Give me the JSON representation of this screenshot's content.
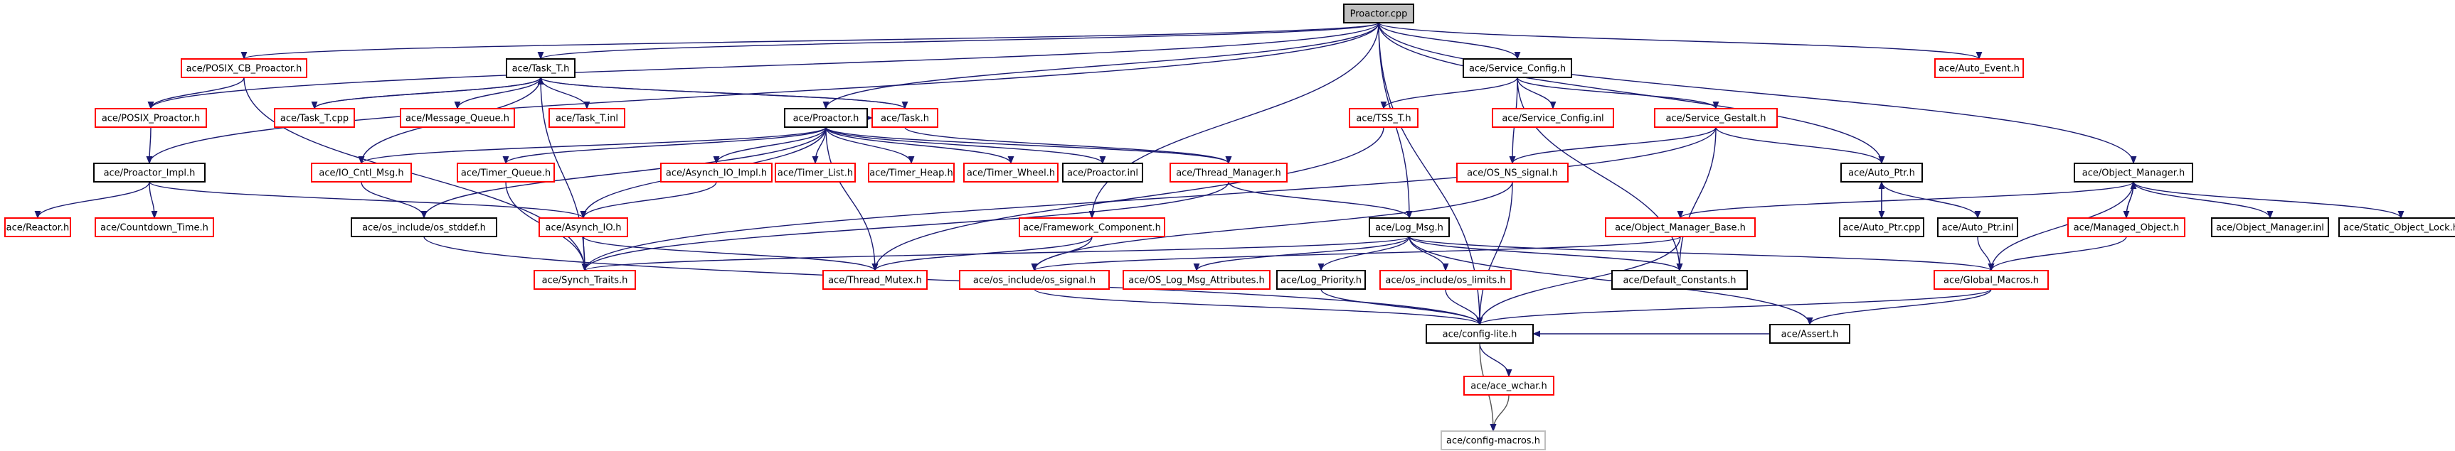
{
  "diagram": {
    "title": "Proactor.cpp",
    "colors": {
      "root_fill": "#bfbfbf",
      "normal_border": "#000000",
      "missing_border": "#ff0000",
      "gray_border": "#bfbfbf",
      "gray_text": "#808080",
      "edge": "#191970"
    },
    "nodes": [
      {
        "id": "root",
        "label": "Proactor.cpp",
        "kind": "root"
      },
      {
        "id": "posix_cb",
        "label": "ace/POSIX_CB_Proactor.h",
        "kind": "missing"
      },
      {
        "id": "task_t_h",
        "label": "ace/Task_T.h",
        "kind": "normal"
      },
      {
        "id": "service_config",
        "label": "ace/Service_Config.h",
        "kind": "normal"
      },
      {
        "id": "auto_event",
        "label": "ace/Auto_Event.h",
        "kind": "missing"
      },
      {
        "id": "task_t_cpp",
        "label": "ace/Task_T.cpp",
        "kind": "missing"
      },
      {
        "id": "message_queue",
        "label": "ace/Message_Queue.h",
        "kind": "missing"
      },
      {
        "id": "task_t_inl",
        "label": "ace/Task_T.inl",
        "kind": "missing"
      },
      {
        "id": "task_h",
        "label": "ace/Task.h",
        "kind": "missing"
      },
      {
        "id": "tss_t",
        "label": "ace/TSS_T.h",
        "kind": "missing"
      },
      {
        "id": "service_config_inl",
        "label": "ace/Service_Config.inl",
        "kind": "missing"
      },
      {
        "id": "service_gestalt",
        "label": "ace/Service_Gestalt.h",
        "kind": "missing"
      },
      {
        "id": "posix_proactor",
        "label": "ace/POSIX_Proactor.h",
        "kind": "missing"
      },
      {
        "id": "proactor_h",
        "label": "ace/Proactor.h",
        "kind": "normal"
      },
      {
        "id": "proactor_impl",
        "label": "ace/Proactor_Impl.h",
        "kind": "normal"
      },
      {
        "id": "io_cntl_msg",
        "label": "ace/IO_Cntl_Msg.h",
        "kind": "missing"
      },
      {
        "id": "timer_queue",
        "label": "ace/Timer_Queue.h",
        "kind": "missing"
      },
      {
        "id": "asynch_io_impl",
        "label": "ace/Asynch_IO_Impl.h",
        "kind": "missing"
      },
      {
        "id": "timer_list",
        "label": "ace/Timer_List.h",
        "kind": "missing"
      },
      {
        "id": "timer_heap",
        "label": "ace/Timer_Heap.h",
        "kind": "missing"
      },
      {
        "id": "timer_wheel",
        "label": "ace/Timer_Wheel.h",
        "kind": "missing"
      },
      {
        "id": "proactor_inl",
        "label": "ace/Proactor.inl",
        "kind": "normal"
      },
      {
        "id": "thread_manager",
        "label": "ace/Thread_Manager.h",
        "kind": "missing"
      },
      {
        "id": "os_ns_signal",
        "label": "ace/OS_NS_signal.h",
        "kind": "missing"
      },
      {
        "id": "auto_ptr_h",
        "label": "ace/Auto_Ptr.h",
        "kind": "normal"
      },
      {
        "id": "object_manager",
        "label": "ace/Object_Manager.h",
        "kind": "normal"
      },
      {
        "id": "reactor",
        "label": "ace/Reactor.h",
        "kind": "missing"
      },
      {
        "id": "countdown_time",
        "label": "ace/Countdown_Time.h",
        "kind": "missing"
      },
      {
        "id": "os_stddef",
        "label": "ace/os_include/os_stddef.h",
        "kind": "normal"
      },
      {
        "id": "asynch_io",
        "label": "ace/Asynch_IO.h",
        "kind": "missing"
      },
      {
        "id": "framework_component",
        "label": "ace/Framework_Component.h",
        "kind": "missing"
      },
      {
        "id": "log_msg",
        "label": "ace/Log_Msg.h",
        "kind": "normal"
      },
      {
        "id": "object_manager_base",
        "label": "ace/Object_Manager_Base.h",
        "kind": "missing"
      },
      {
        "id": "auto_ptr_cpp",
        "label": "ace/Auto_Ptr.cpp",
        "kind": "normal"
      },
      {
        "id": "auto_ptr_inl",
        "label": "ace/Auto_Ptr.inl",
        "kind": "normal"
      },
      {
        "id": "managed_object",
        "label": "ace/Managed_Object.h",
        "kind": "missing"
      },
      {
        "id": "object_manager_inl",
        "label": "ace/Object_Manager.inl",
        "kind": "normal"
      },
      {
        "id": "static_object_lock",
        "label": "ace/Static_Object_Lock.h",
        "kind": "normal"
      },
      {
        "id": "synch_traits",
        "label": "ace/Synch_Traits.h",
        "kind": "missing"
      },
      {
        "id": "thread_mutex",
        "label": "ace/Thread_Mutex.h",
        "kind": "missing"
      },
      {
        "id": "os_signal",
        "label": "ace/os_include/os_signal.h",
        "kind": "missing"
      },
      {
        "id": "os_log_msg_attr",
        "label": "ace/OS_Log_Msg_Attributes.h",
        "kind": "missing"
      },
      {
        "id": "log_priority",
        "label": "ace/Log_Priority.h",
        "kind": "normal"
      },
      {
        "id": "os_limits",
        "label": "ace/os_include/os_limits.h",
        "kind": "missing"
      },
      {
        "id": "default_constants",
        "label": "ace/Default_Constants.h",
        "kind": "normal"
      },
      {
        "id": "global_macros",
        "label": "ace/Global_Macros.h",
        "kind": "missing"
      },
      {
        "id": "config_lite",
        "label": "ace/config-lite.h",
        "kind": "normal"
      },
      {
        "id": "assert_h",
        "label": "ace/Assert.h",
        "kind": "normal"
      },
      {
        "id": "ace_wchar",
        "label": "ace/ace_wchar.h",
        "kind": "missing"
      },
      {
        "id": "config_macros",
        "label": "ace/config-macros.h",
        "kind": "gray"
      }
    ],
    "edges": [
      [
        "root",
        "posix_cb"
      ],
      [
        "root",
        "task_t_h"
      ],
      [
        "root",
        "service_config"
      ],
      [
        "root",
        "auto_event"
      ],
      [
        "root",
        "posix_proactor"
      ],
      [
        "root",
        "proactor_h"
      ],
      [
        "root",
        "proactor_impl"
      ],
      [
        "root",
        "framework_component"
      ],
      [
        "root",
        "log_msg"
      ],
      [
        "root",
        "config_lite"
      ],
      [
        "root",
        "auto_ptr_h"
      ],
      [
        "root",
        "object_manager"
      ],
      [
        "posix_cb",
        "posix_proactor"
      ],
      [
        "posix_cb",
        "synch_traits"
      ],
      [
        "task_t_h",
        "task_t_cpp"
      ],
      [
        "task_t_h",
        "message_queue"
      ],
      [
        "task_t_h",
        "task_t_inl"
      ],
      [
        "task_t_h",
        "task_h"
      ],
      [
        "task_t_h",
        "synch_traits"
      ],
      [
        "task_t_h",
        "io_cntl_msg"
      ],
      [
        "task_t_cpp",
        "task_t_h"
      ],
      [
        "service_config",
        "tss_t"
      ],
      [
        "service_config",
        "service_config_inl"
      ],
      [
        "service_config",
        "service_gestalt"
      ],
      [
        "service_config",
        "os_ns_signal"
      ],
      [
        "service_config",
        "default_constants"
      ],
      [
        "task_h",
        "task_t_h"
      ],
      [
        "task_h",
        "thread_manager"
      ],
      [
        "tss_t",
        "thread_mutex"
      ],
      [
        "service_gestalt",
        "auto_ptr_h"
      ],
      [
        "service_gestalt",
        "os_ns_signal"
      ],
      [
        "service_gestalt",
        "default_constants"
      ],
      [
        "service_gestalt",
        "synch_traits"
      ],
      [
        "posix_proactor",
        "proactor_impl"
      ],
      [
        "proactor_h",
        "io_cntl_msg"
      ],
      [
        "proactor_h",
        "timer_queue"
      ],
      [
        "proactor_h",
        "asynch_io_impl"
      ],
      [
        "proactor_h",
        "timer_list"
      ],
      [
        "proactor_h",
        "timer_heap"
      ],
      [
        "proactor_h",
        "timer_wheel"
      ],
      [
        "proactor_h",
        "proactor_inl"
      ],
      [
        "proactor_h",
        "thread_manager"
      ],
      [
        "proactor_h",
        "asynch_io"
      ],
      [
        "proactor_h",
        "os_stddef"
      ],
      [
        "proactor_h",
        "task_h"
      ],
      [
        "proactor_h",
        "thread_mutex"
      ],
      [
        "proactor_impl",
        "reactor"
      ],
      [
        "proactor_impl",
        "countdown_time"
      ],
      [
        "proactor_impl",
        "asynch_io"
      ],
      [
        "io_cntl_msg",
        "os_stddef"
      ],
      [
        "timer_queue",
        "synch_traits"
      ],
      [
        "asynch_io_impl",
        "asynch_io"
      ],
      [
        "thread_manager",
        "log_msg"
      ],
      [
        "thread_manager",
        "synch_traits"
      ],
      [
        "os_ns_signal",
        "os_signal"
      ],
      [
        "os_ns_signal",
        "config_lite"
      ],
      [
        "auto_ptr_h",
        "auto_ptr_cpp"
      ],
      [
        "auto_ptr_h",
        "auto_ptr_inl"
      ],
      [
        "auto_ptr_cpp",
        "auto_ptr_h"
      ],
      [
        "auto_ptr_inl",
        "global_macros"
      ],
      [
        "object_manager",
        "object_manager_base"
      ],
      [
        "object_manager",
        "managed_object"
      ],
      [
        "object_manager",
        "object_manager_inl"
      ],
      [
        "object_manager",
        "static_object_lock"
      ],
      [
        "object_manager",
        "global_macros"
      ],
      [
        "managed_object",
        "object_manager"
      ],
      [
        "managed_object",
        "global_macros"
      ],
      [
        "os_stddef",
        "config_lite"
      ],
      [
        "asynch_io",
        "synch_traits"
      ],
      [
        "asynch_io",
        "thread_mutex"
      ],
      [
        "framework_component",
        "thread_mutex"
      ],
      [
        "framework_component",
        "os_signal"
      ],
      [
        "log_msg",
        "synch_traits"
      ],
      [
        "log_msg",
        "os_log_msg_attr"
      ],
      [
        "log_msg",
        "log_priority"
      ],
      [
        "log_msg",
        "os_limits"
      ],
      [
        "log_msg",
        "default_constants"
      ],
      [
        "log_msg",
        "global_macros"
      ],
      [
        "log_msg",
        "assert_h"
      ],
      [
        "object_manager_base",
        "os_signal"
      ],
      [
        "object_manager_base",
        "config_lite"
      ],
      [
        "os_signal",
        "config_lite"
      ],
      [
        "log_priority",
        "config_lite"
      ],
      [
        "os_limits",
        "config_lite"
      ],
      [
        "global_macros",
        "config_lite"
      ],
      [
        "global_macros",
        "assert_h"
      ],
      [
        "assert_h",
        "config_lite"
      ],
      [
        "config_lite",
        "ace_wchar"
      ],
      [
        "config_lite",
        "config_macros"
      ],
      [
        "ace_wchar",
        "config_macros"
      ]
    ]
  }
}
